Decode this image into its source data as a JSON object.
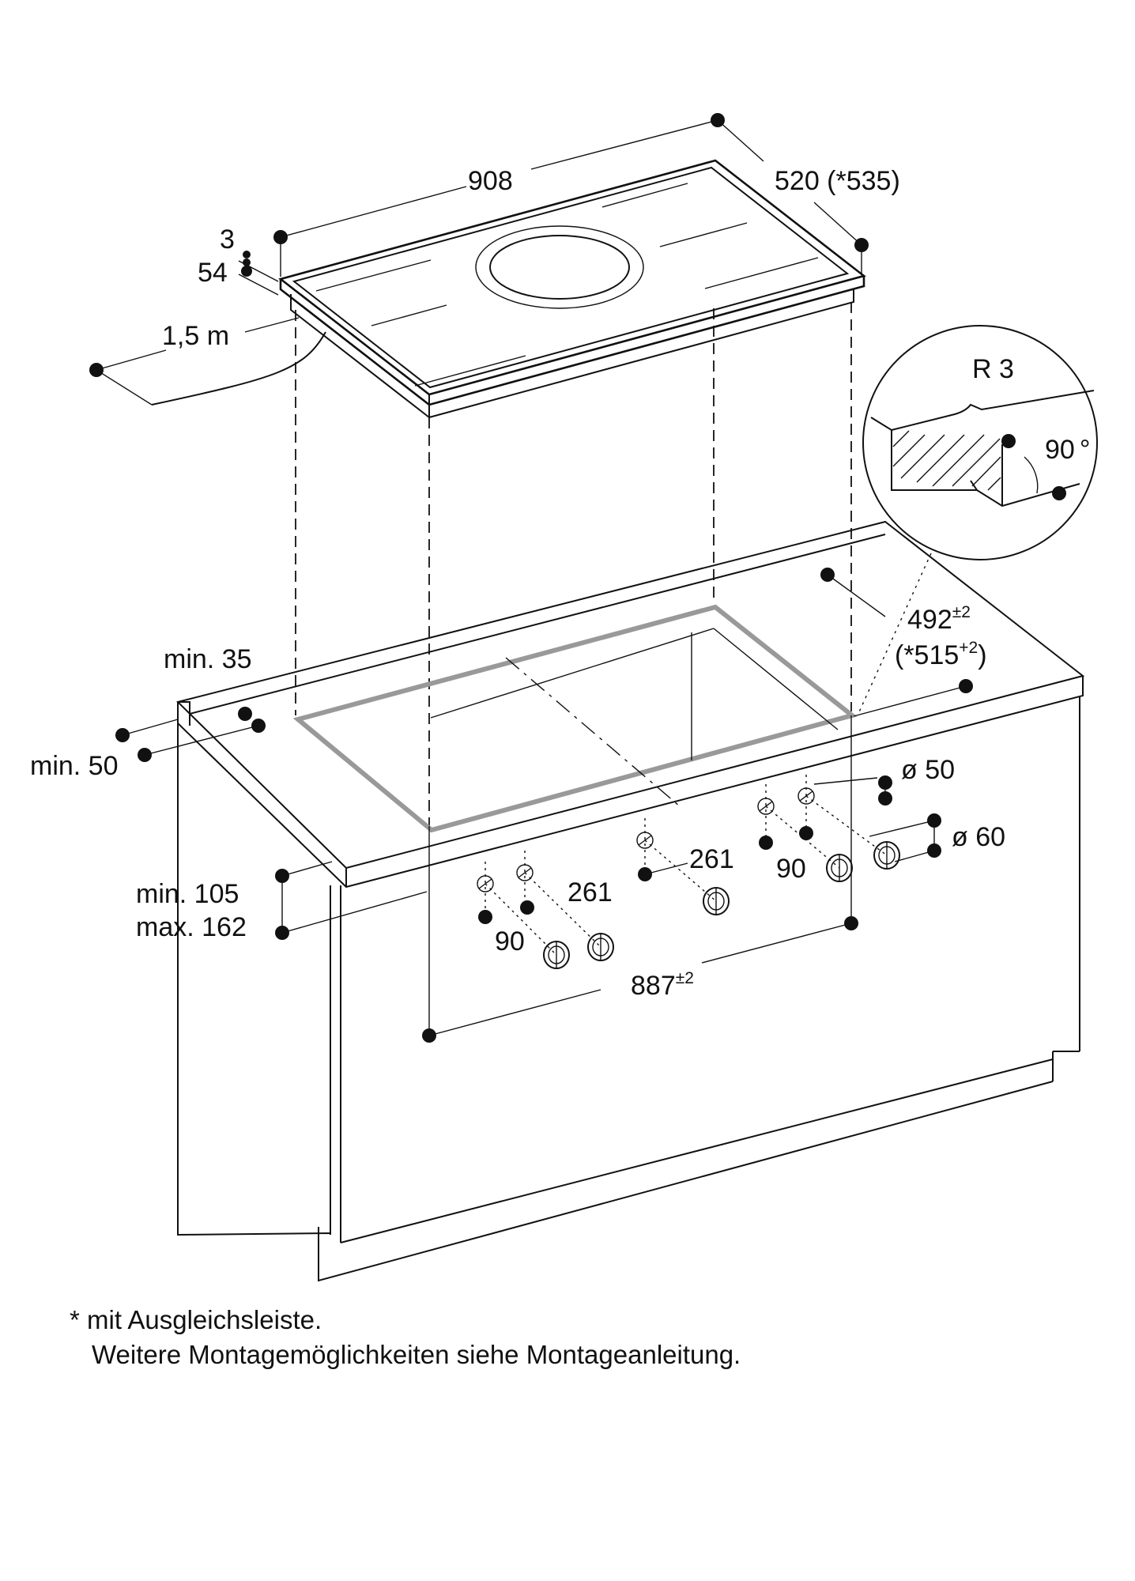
{
  "labels": {
    "width_908": "908",
    "depth_520": "520 (*535)",
    "thickness_3": "3",
    "height_54": "54",
    "cable_length": "1,5 m",
    "radius": "R 3",
    "angle": "90",
    "degree_symbol": "°",
    "cutout_depth": "492",
    "cutout_depth_tol": "±2",
    "cutout_depth_alt_open": "(*515",
    "cutout_depth_alt_tol": "+2",
    "cutout_depth_alt_close": ")",
    "min_35": "min. 35",
    "min_50": "min. 50",
    "min_105": "min. 105",
    "max_162": "max. 162",
    "dia_50": "ø 50",
    "dia_60": "ø 60",
    "knob_spacing_261_a": "261",
    "knob_spacing_261_b": "261",
    "knob_offset_90_a": "90",
    "knob_offset_90_b": "90",
    "cutout_width": "887",
    "cutout_width_tol": "±2"
  },
  "footnote": {
    "line1": "* mit Ausgleichsleiste.",
    "line2": "Weitere Montagemöglichkeiten siehe Montageanleitung."
  }
}
